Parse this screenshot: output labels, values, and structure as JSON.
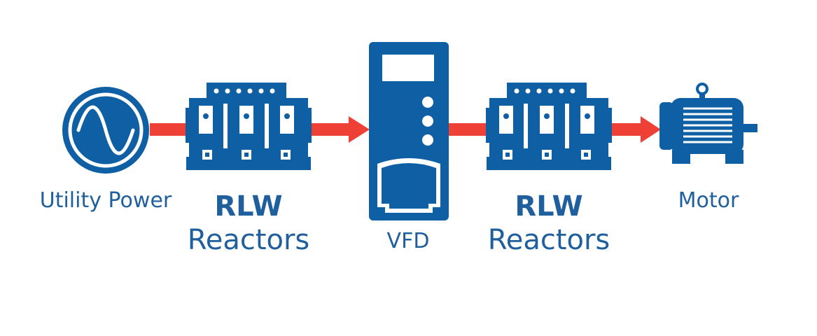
{
  "colors": {
    "blue": "#0f5fa4",
    "label_blue": "#1f5f9e",
    "arrow_red": "#ee4035",
    "white": "#ffffff"
  },
  "nodes": {
    "utility_power": {
      "label": "Utility Power",
      "icon": "sine-wave-source-icon"
    },
    "reactor_left": {
      "label_bold": "RLW",
      "label": "Reactors",
      "icon": "reactor-icon"
    },
    "vfd": {
      "label": "VFD",
      "icon": "vfd-drive-icon"
    },
    "reactor_right": {
      "label_bold": "RLW",
      "label": "Reactors",
      "icon": "reactor-icon"
    },
    "motor": {
      "label": "Motor",
      "icon": "motor-icon"
    }
  }
}
